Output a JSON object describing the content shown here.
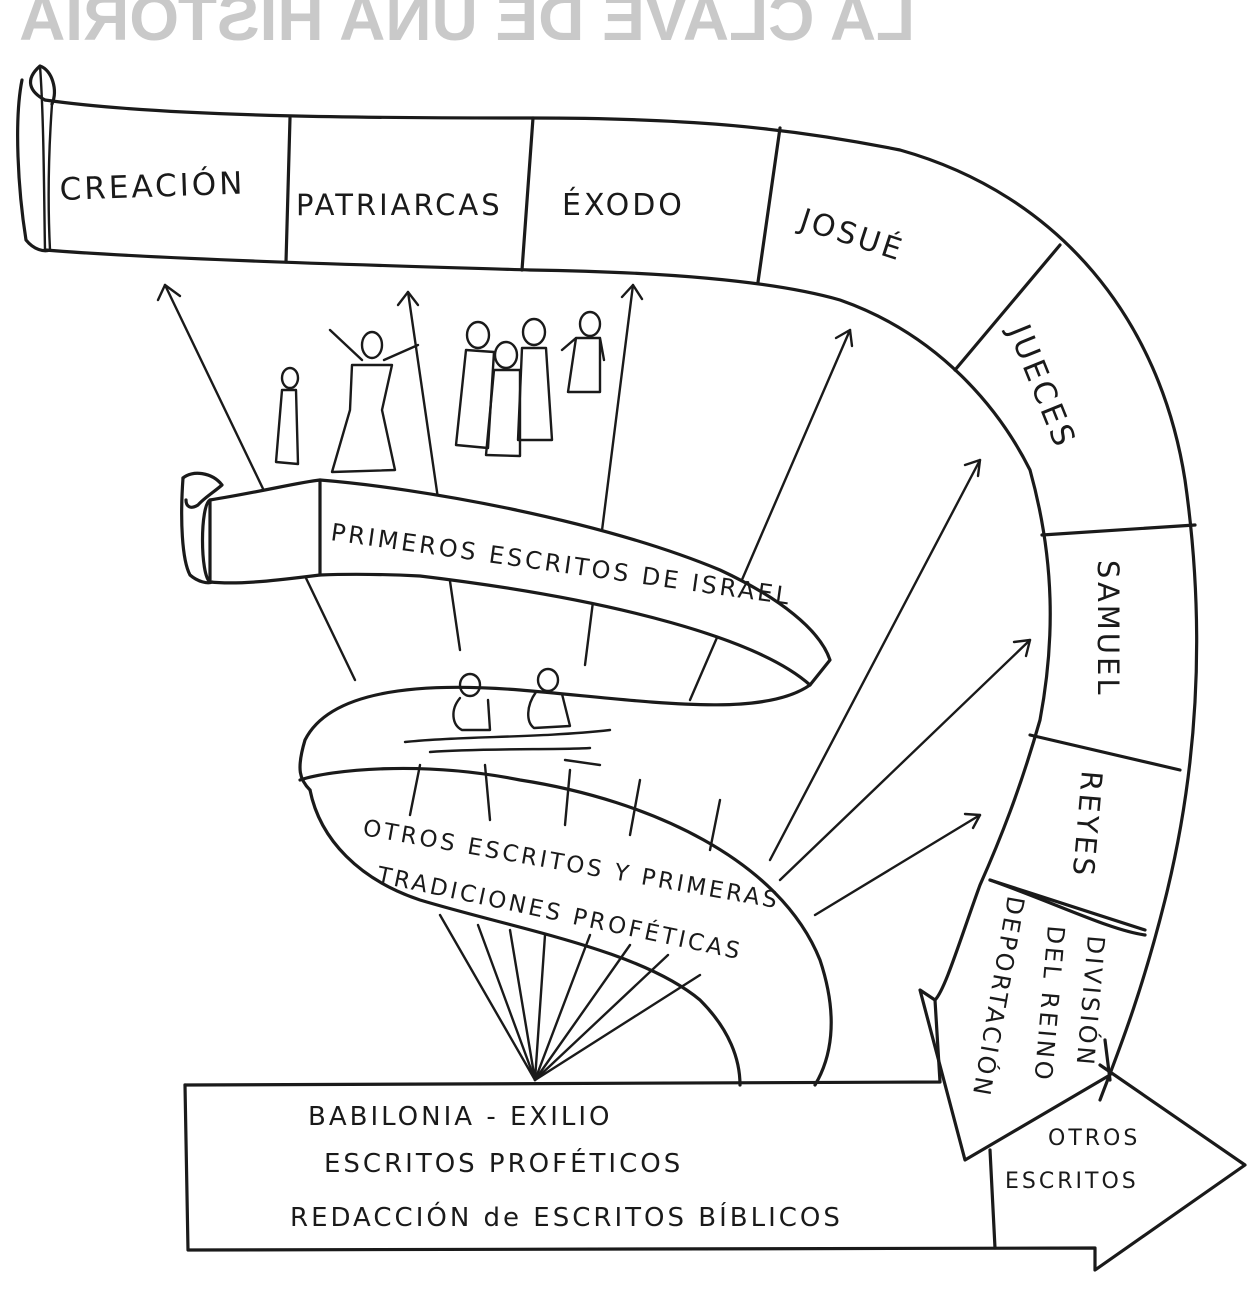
{
  "ghost_title": "LA CLAVE DE UNA HISTORIA",
  "top_scroll": {
    "cells": [
      "CREACIÓN",
      "PATRIARCAS",
      "ÉXODO",
      "JOSUÉ",
      "JUECES",
      "SAMUEL",
      "REYES"
    ]
  },
  "division_cell": {
    "line1": "DIVISIÓN",
    "line2": "DEL REINO",
    "line3": "DEPORTACIÓN"
  },
  "middle_scroll": {
    "label": "PRIMEROS ESCRITOS DE ISRAEL"
  },
  "lower_band": {
    "label_line1": "OTROS ESCRITOS Y PRIMERAS",
    "label_line2": "TRADICIONES PROFÉTICAS"
  },
  "bottom_arrow": {
    "line1": "BABILONIA - EXILIO",
    "line2": "ESCRITOS PROFÉTICOS",
    "line3": "REDACCIÓN de ESCRITOS BÍBLICOS"
  },
  "tip_arrow": {
    "line1": "OTROS",
    "line2": "ESCRITOS"
  },
  "colors": {
    "ink": "#1a1a1a",
    "paper": "#ffffff",
    "ghost": "#c9c9c9"
  }
}
